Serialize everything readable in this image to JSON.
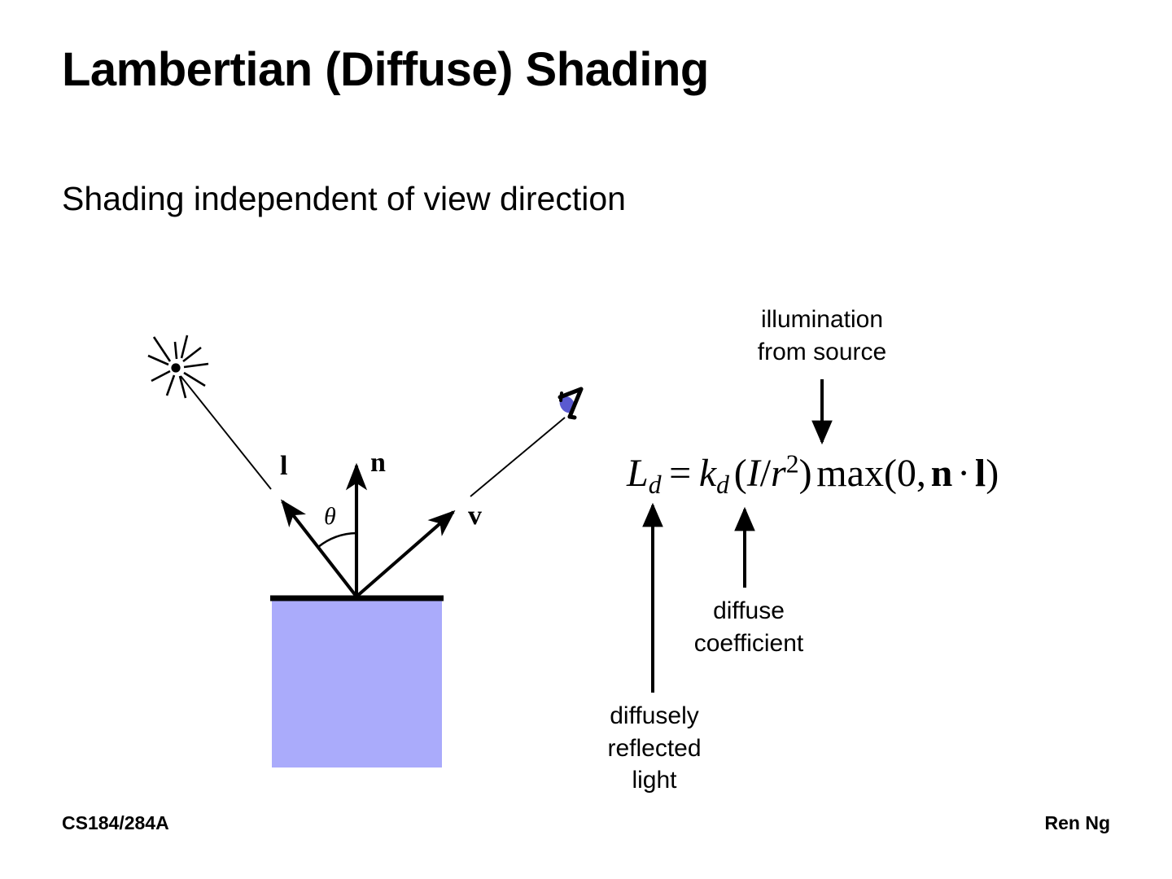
{
  "slide": {
    "title": "Lambertian (Diffuse) Shading",
    "subtitle": "Shading independent of view direction",
    "background_color": "#ffffff",
    "text_color": "#000000"
  },
  "footer": {
    "course": "CS184/284A",
    "author": "Ren Ng"
  },
  "diagram": {
    "surface_color": "#aaabfb",
    "line_color": "#000000",
    "eye_lens_color": "#5a5ad0",
    "labels": {
      "light_vector": "l",
      "normal_vector": "n",
      "view_vector": "v",
      "angle": "θ"
    },
    "icons": {
      "light_source": "light-source-burst-icon",
      "eye": "eye-icon",
      "surface": "diffuse-surface-square"
    }
  },
  "formula": {
    "latex": "L_d = k_d (I/r^2) \\max(0, \\mathbf{n} \\cdot \\mathbf{l})",
    "plain": "L_d = k_d (I/r²) max(0, n · l)",
    "parts": {
      "lhs_symbol": "L",
      "lhs_sub": "d",
      "equals": "=",
      "kd_symbol": "k",
      "kd_sub": "d",
      "open_paren": "(",
      "intensity": "I",
      "slash": "/",
      "radius": "r",
      "radius_exp": "2",
      "close_paren": ")",
      "max_fn": "max",
      "max_open": "(",
      "zero": "0",
      "comma": ",",
      "normal": "n",
      "dot": "·",
      "light": "l",
      "max_close": ")"
    }
  },
  "annotations": [
    {
      "id": "illumination",
      "text": "illumination\nfrom source",
      "arrow": "down"
    },
    {
      "id": "diffuse-coefficient",
      "text": "diffuse\ncoefficient",
      "arrow": "up"
    },
    {
      "id": "diffusely-reflected-light",
      "text": "diffusely\nreflected\nlight",
      "arrow": "up"
    }
  ]
}
